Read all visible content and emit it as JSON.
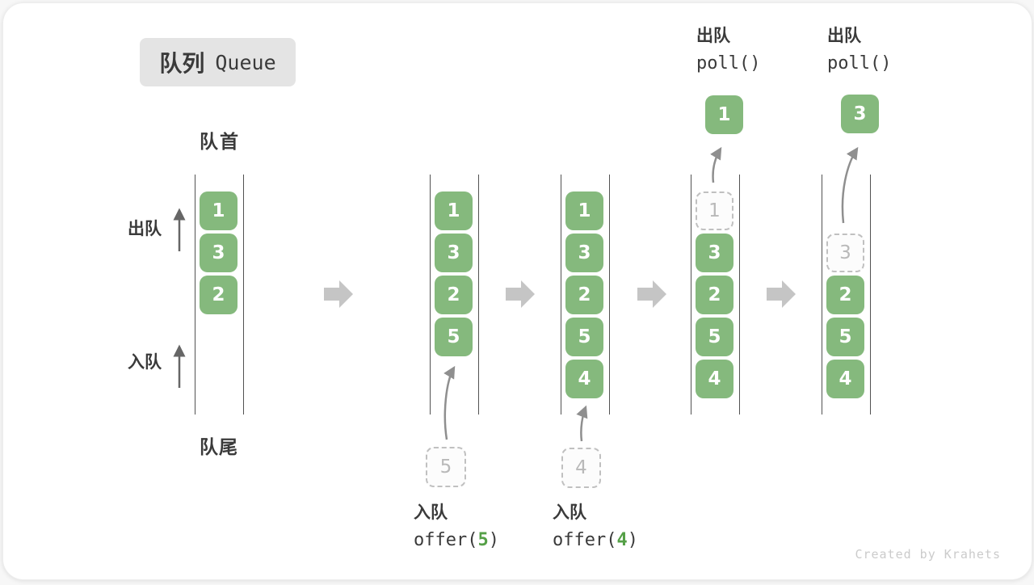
{
  "title": {
    "zh": "队列",
    "en": "Queue"
  },
  "labels": {
    "front": "队首",
    "rear": "队尾",
    "dequeue_side": "出队",
    "enqueue_side": "入队",
    "credit": "Created by Krahets"
  },
  "operations": {
    "enqueue5": {
      "label": "入队",
      "fn": "offer(",
      "arg": "5",
      "close": ")"
    },
    "enqueue4": {
      "label": "入队",
      "fn": "offer(",
      "arg": "4",
      "close": ")"
    },
    "dequeue1": {
      "label": "出队",
      "fn": "poll()",
      "result": "1"
    },
    "dequeue2": {
      "label": "出队",
      "fn": "poll()",
      "result": "3"
    }
  },
  "states": {
    "s1": {
      "cells": [
        "1",
        "3",
        "2"
      ]
    },
    "s2": {
      "cells": [
        "1",
        "3",
        "2",
        "5"
      ],
      "incoming": "5"
    },
    "s3": {
      "cells": [
        "1",
        "3",
        "2",
        "5",
        "4"
      ],
      "incoming": "4"
    },
    "s4": {
      "removed": "1",
      "cells": [
        "3",
        "2",
        "5",
        "4"
      ]
    },
    "s5": {
      "removed": "3",
      "cells": [
        "2",
        "5",
        "4"
      ]
    }
  },
  "colors": {
    "cell_green": "#85b97d",
    "code_arg_green": "#55a047",
    "transition_arrow_gray": "#c5c5c5",
    "flow_arrow_gray": "#8f8f8f",
    "badge_bg": "#e4e4e4"
  }
}
